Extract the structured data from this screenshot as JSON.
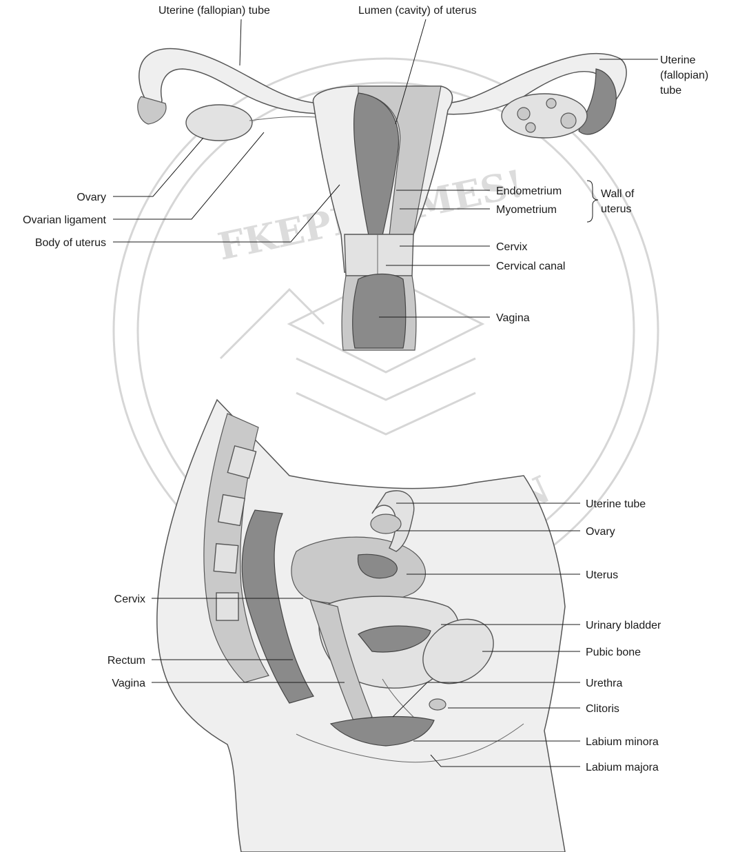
{
  "watermark": {
    "text_top": "FKEPLEAMES!",
    "text_bottom": "ION"
  },
  "upper_view": {
    "labels": {
      "uterine_tube_left": "Uterine (fallopian) tube",
      "lumen": "Lumen (cavity) of uterus",
      "uterine_tube_right_line1": "Uterine",
      "uterine_tube_right_line2": "(fallopian)",
      "uterine_tube_right_line3": "tube",
      "ovary": "Ovary",
      "ovarian_ligament": "Ovarian ligament",
      "body_of_uterus": "Body of uterus",
      "endometrium": "Endometrium",
      "myometrium": "Myometrium",
      "wall_of_uterus_line1": "Wall of",
      "wall_of_uterus_line2": "uterus",
      "cervix": "Cervix",
      "cervical_canal": "Cervical canal",
      "vagina": "Vagina"
    }
  },
  "lower_view": {
    "labels": {
      "uterine_tube": "Uterine tube",
      "ovary": "Ovary",
      "uterus": "Uterus",
      "cervix": "Cervix",
      "urinary_bladder": "Urinary bladder",
      "rectum": "Rectum",
      "pubic_bone": "Pubic bone",
      "vagina": "Vagina",
      "urethra": "Urethra",
      "clitoris": "Clitoris",
      "labium_minora": "Labium minora",
      "labium_majora": "Labium majora"
    }
  }
}
